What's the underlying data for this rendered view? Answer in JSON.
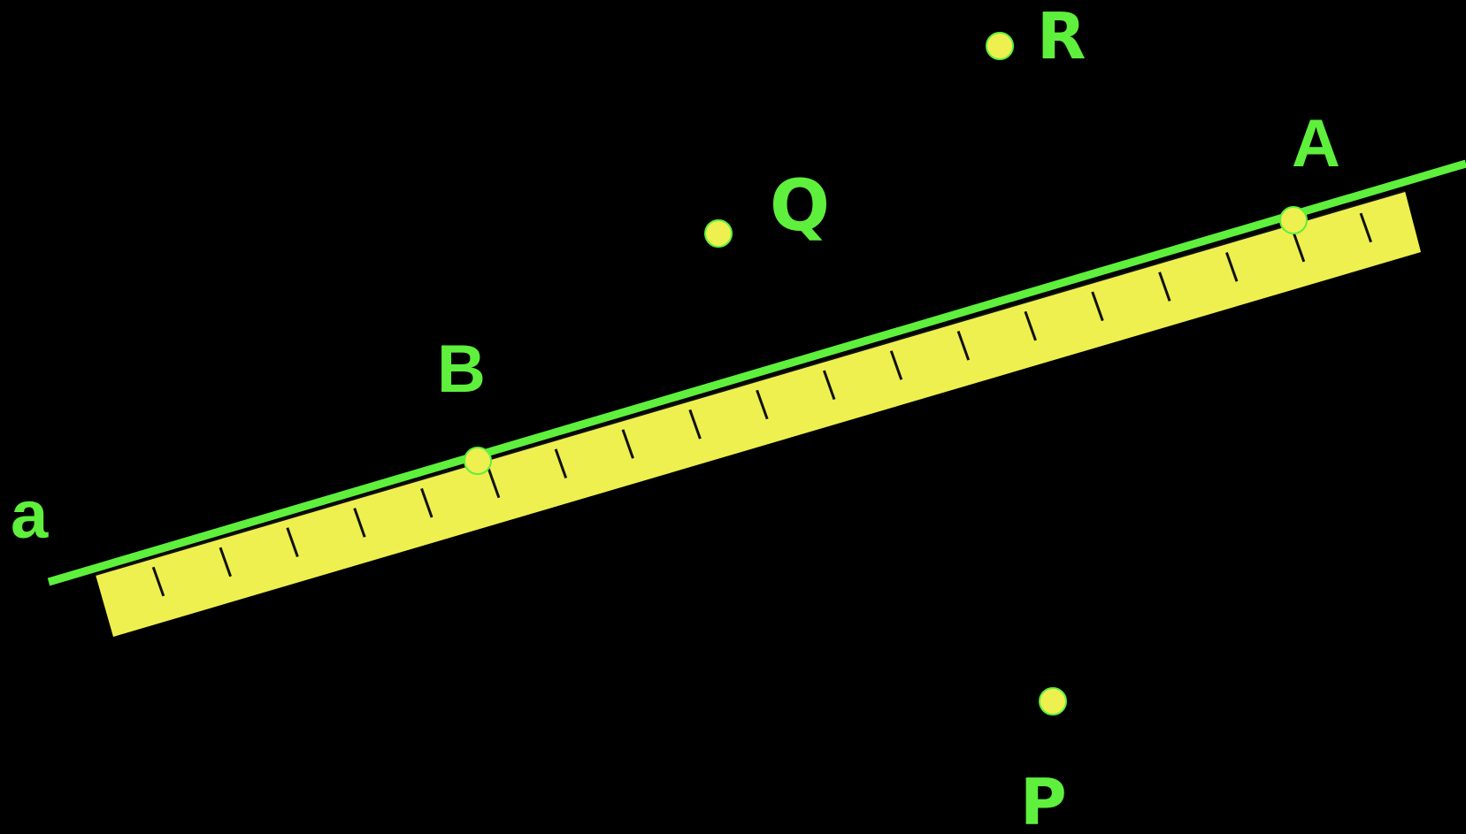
{
  "diagram": {
    "background_color": "#000000",
    "line_color": "#5ef03c",
    "ruler_color": "#eef050",
    "point_fill": "#eef050",
    "label_color": "#5ef03c",
    "line_label": "a",
    "points": {
      "A": "A",
      "B": "B",
      "P": "P",
      "Q": "Q",
      "R": "R"
    },
    "ruler_tick_count": 19
  }
}
